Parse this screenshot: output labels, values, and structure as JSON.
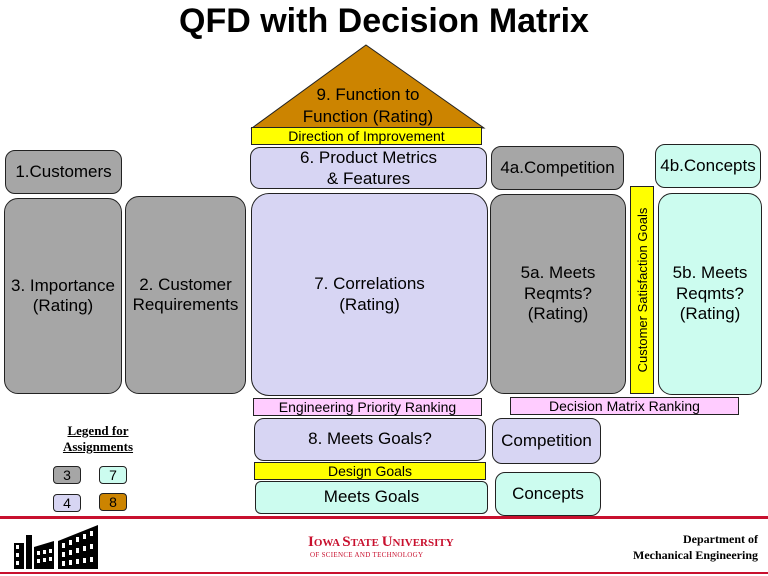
{
  "title": "QFD with Decision Matrix",
  "roof_label": "9. Function to\nFunction (Rating)",
  "direction_label": "Direction of Improvement",
  "product_metrics": "6. Product Metrics\n& Features",
  "customers": "1.Customers",
  "competition_header": "4a.Competition",
  "concepts_header": "4b.Concepts",
  "importance": "3. Importance\n(Rating)",
  "customer_requirements": "2. Customer\nRequirements",
  "correlations": "7. Correlations\n(Rating)",
  "meets_reqmts_a": "5a. Meets\nReqmts?\n(Rating)",
  "satisfaction_goals": "Customer Satisfaction Goals",
  "meets_reqmts_b": "5b. Meets\nReqmts?\n(Rating)",
  "engineering_priority": "Engineering Priority Ranking",
  "decision_ranking": "Decision Matrix  Ranking",
  "meets_goals_q": "8. Meets Goals?",
  "competition_bottom": "Competition",
  "design_goals": "Design Goals",
  "meets_goals": "Meets Goals",
  "concepts_bottom": "Concepts",
  "legend": {
    "title": "Legend for\nAssignments",
    "items": [
      "3",
      "7",
      "4",
      "8"
    ]
  },
  "footer": {
    "university_a": "I",
    "university_b": "OWA ",
    "university_c": "S",
    "university_d": "TATE ",
    "university_e": "U",
    "university_f": "NIVERSITY",
    "subline": "OF SCIENCE AND TECHNOLOGY",
    "dept_line1": "Department of",
    "dept_line2": "Mechanical Engineering"
  },
  "colors": {
    "gray": "#a6a6a6",
    "lavender": "#d7d5f3",
    "mint": "#ccfcef",
    "orange": "#cc8400",
    "yellow": "#ffff00",
    "pink": "#ffccff",
    "isu_red": "#c8102e"
  }
}
